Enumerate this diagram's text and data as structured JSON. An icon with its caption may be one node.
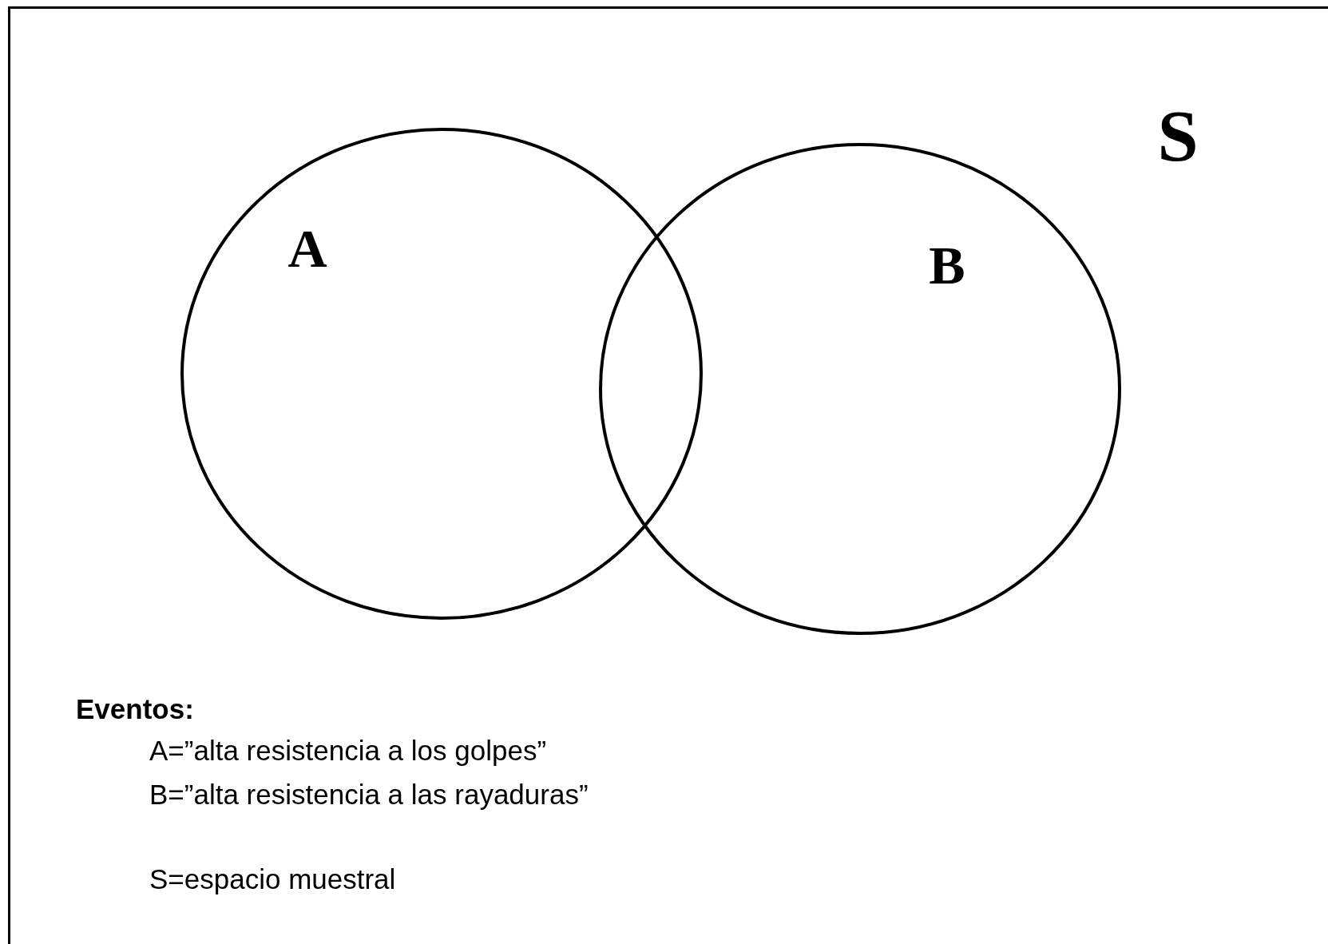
{
  "diagram": {
    "nodes": [
      {
        "text": [
          "S"
        ]
      },
      {
        "text": [
          "A"
        ],
        "in": 0
      },
      {
        "text": [
          "B"
        ],
        "in": 0
      }
    ],
    "labels": [
      "Eventos:",
      "A=”alta resistencia a los golpes”",
      "B=”alta resistencia a las rayaduras”",
      "S=espacio muestral"
    ]
  }
}
